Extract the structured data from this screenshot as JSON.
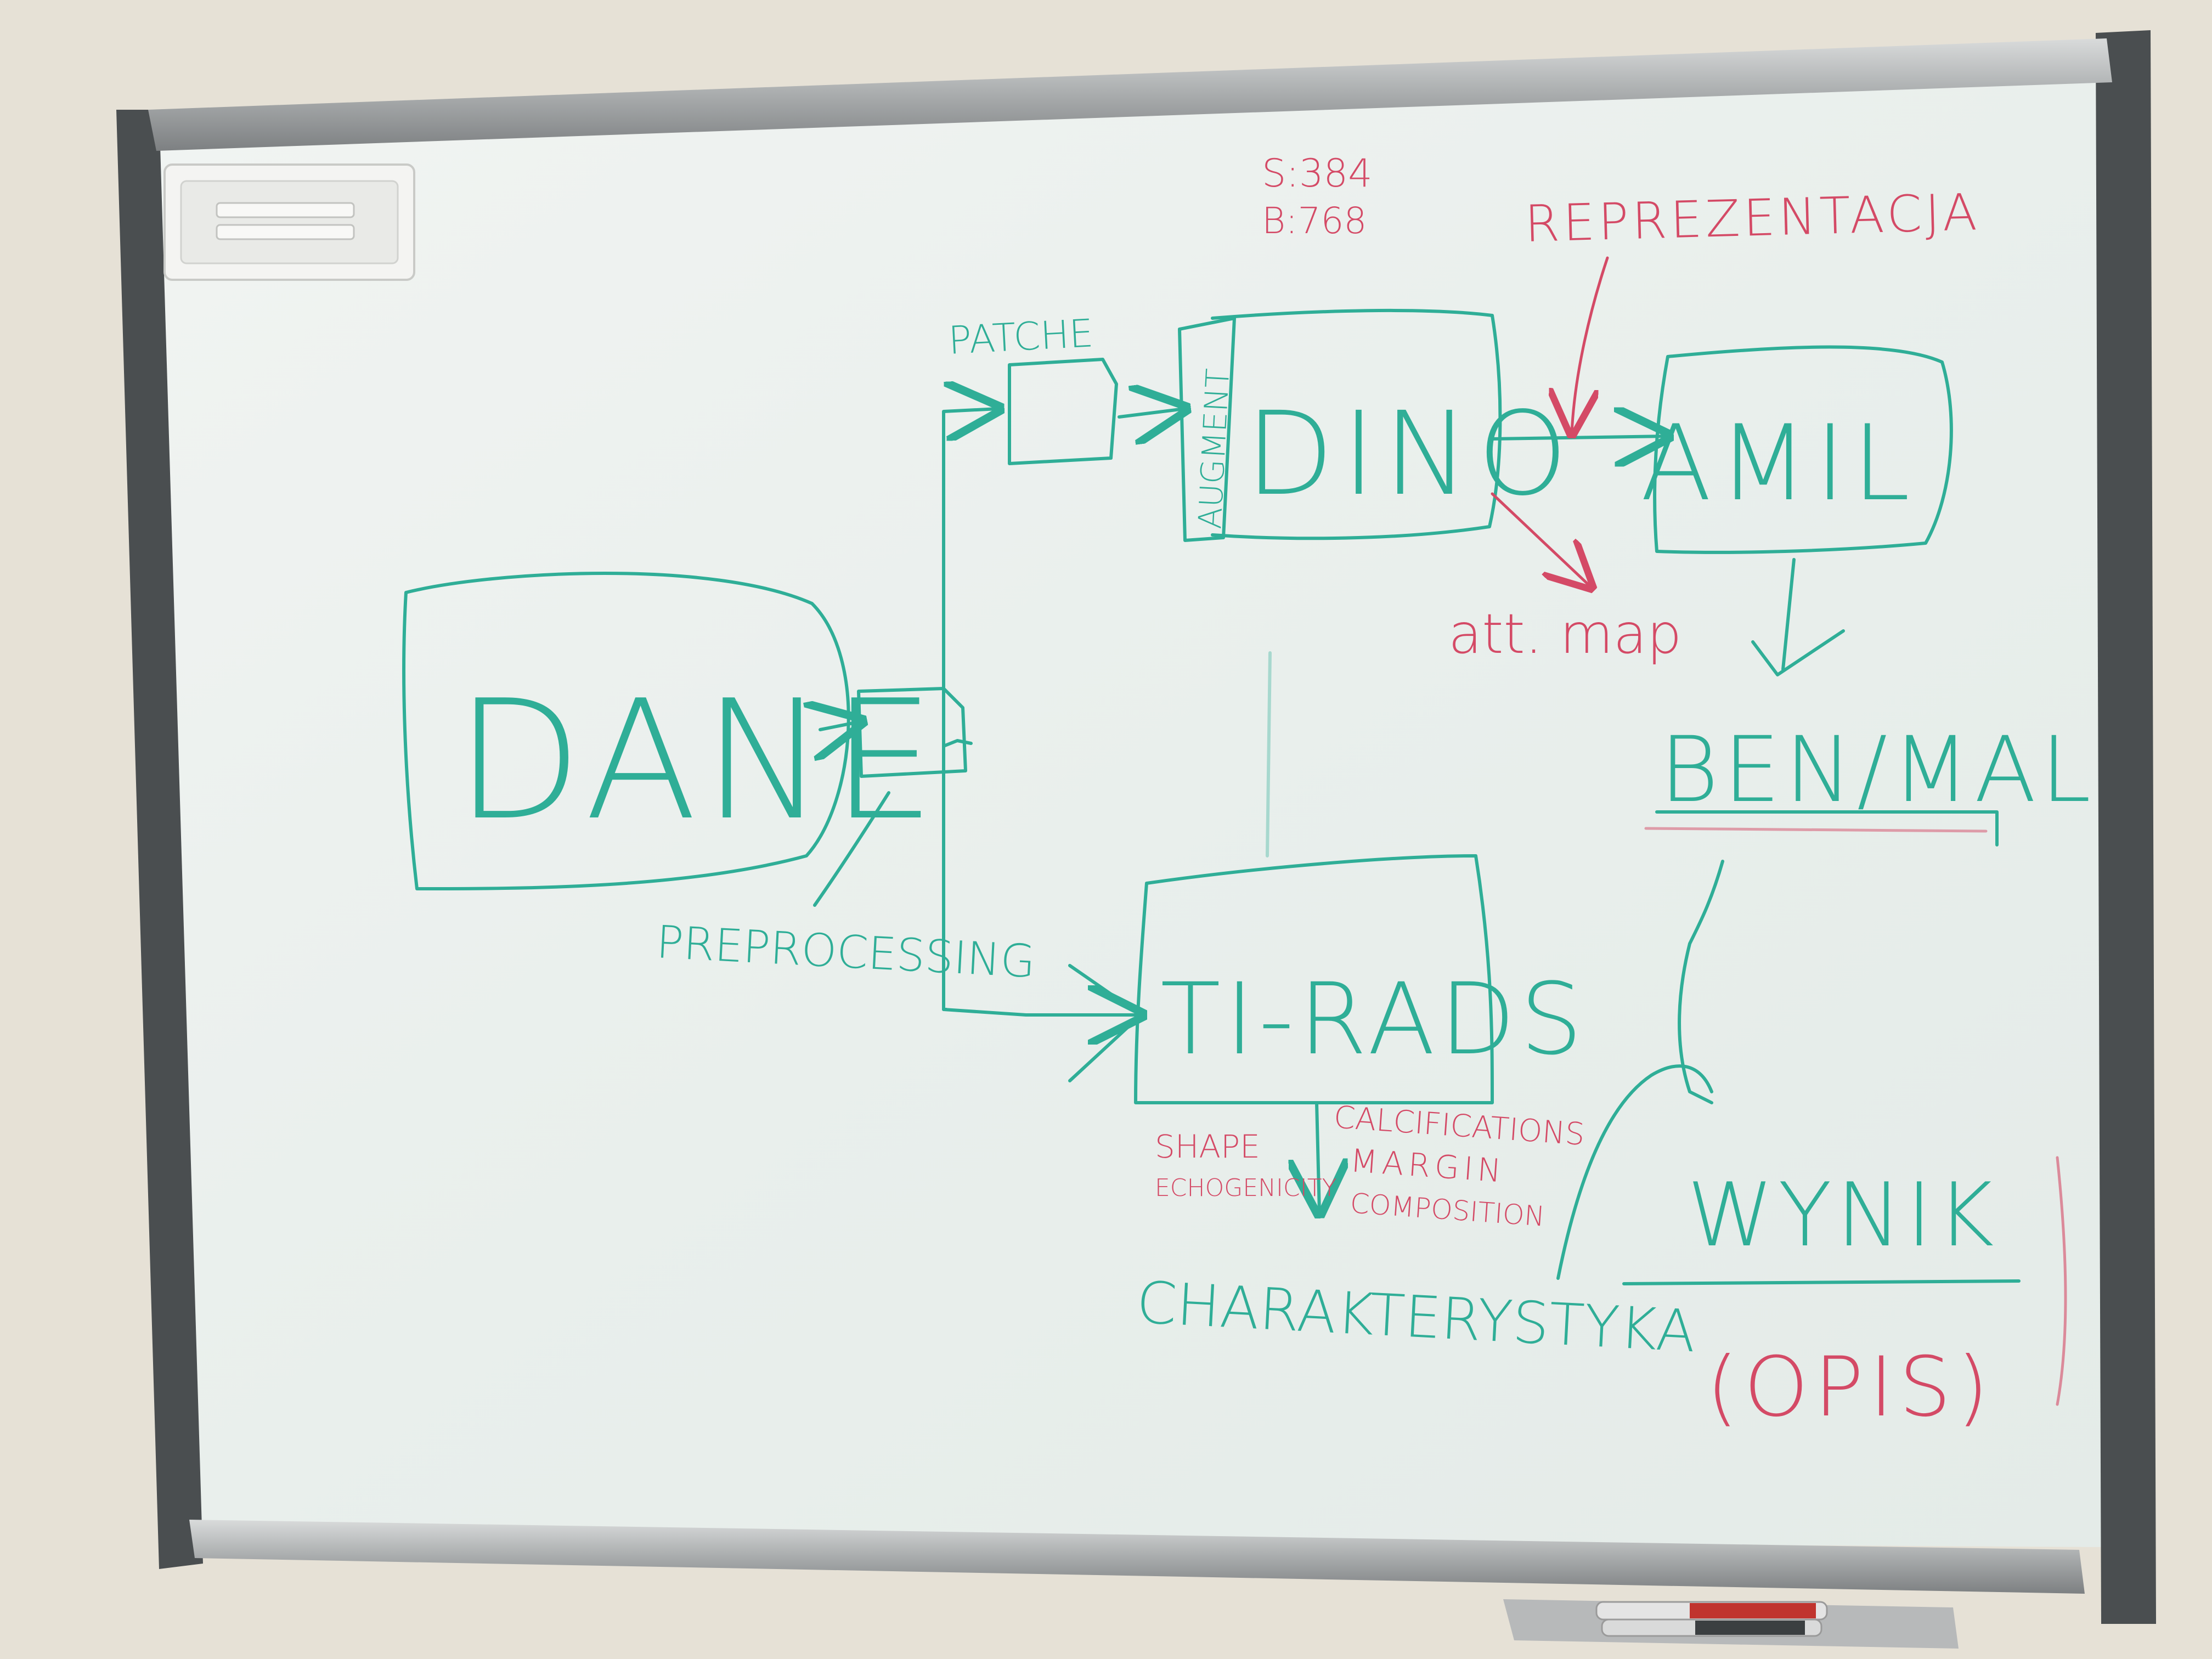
{
  "colors": {
    "wall": "#e6e1d6",
    "board": "#eef2f0",
    "frame_silver": "#b9bcbd",
    "frame_dark": "#4a4e50",
    "teal_marker": "#2fae97",
    "red_marker": "#d44a66"
  },
  "board": {
    "top_stats": {
      "s": "S:384",
      "b": "B:768"
    },
    "reprezentacja": "REPREZENTACJA",
    "dane": "DANE",
    "preprocessing": "PREPROCESSING",
    "patche": "PATCHE",
    "augment": "AUGMENT",
    "dino": "DINO",
    "amil": "AMIL",
    "att_map": "att. map",
    "ben_mal": "BEN/MAL",
    "ti_rads": "TI-RADS",
    "shape": "SHAPE",
    "echogenicity": "ECHOGENICITY",
    "calcifications": "CALCIFICATIONS",
    "margin": "MARGIN",
    "composition": "COMPOSITION",
    "charakterystyka": "CHARAKTERYSTYKA",
    "wynik": "WYNIK",
    "opis": "(OPIS)"
  },
  "icons": {
    "eraser": "eraser-icon",
    "markers": "marker-pens-icon"
  }
}
